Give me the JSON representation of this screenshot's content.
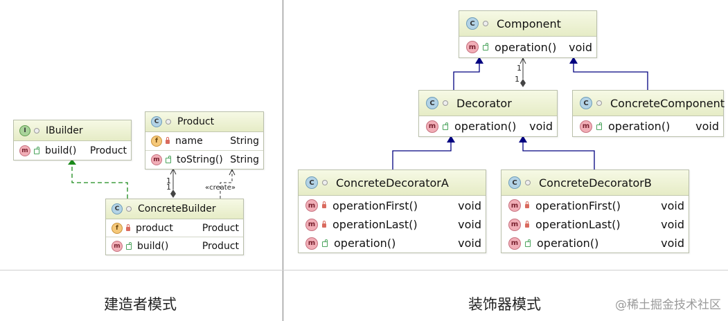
{
  "builder_diagram": {
    "caption": "建造者模式",
    "ibuilder": {
      "name": "IBuilder",
      "methods": [
        {
          "name": "build()",
          "type": "Product"
        }
      ]
    },
    "product": {
      "name": "Product",
      "fields": [
        {
          "name": "name",
          "type": "String"
        }
      ],
      "methods": [
        {
          "name": "toString()",
          "type": "String"
        }
      ]
    },
    "concrete_builder": {
      "name": "ConcreteBuilder",
      "fields": [
        {
          "name": "product",
          "type": "Product"
        }
      ],
      "methods": [
        {
          "name": "build()",
          "type": "Product"
        }
      ]
    },
    "multiplicity_top": "1",
    "multiplicity_bottom": "1",
    "create_label": "«create»"
  },
  "decorator_diagram": {
    "caption": "装饰器模式",
    "component": {
      "name": "Component",
      "methods": [
        {
          "name": "operation()",
          "type": "void"
        }
      ]
    },
    "decorator": {
      "name": "Decorator",
      "methods": [
        {
          "name": "operation()",
          "type": "void"
        }
      ]
    },
    "concrete_component": {
      "name": "ConcreteComponent",
      "methods": [
        {
          "name": "operation()",
          "type": "void"
        }
      ]
    },
    "decorator_a": {
      "name": "ConcreteDecoratorA",
      "methods": [
        {
          "name": "operationFirst()",
          "type": "void",
          "access": "private"
        },
        {
          "name": "operationLast()",
          "type": "void",
          "access": "private"
        },
        {
          "name": "operation()",
          "type": "void",
          "access": "public"
        }
      ]
    },
    "decorator_b": {
      "name": "ConcreteDecoratorB",
      "methods": [
        {
          "name": "operationFirst()",
          "type": "void",
          "access": "private"
        },
        {
          "name": "operationLast()",
          "type": "void",
          "access": "private"
        },
        {
          "name": "operation()",
          "type": "void",
          "access": "public"
        }
      ]
    },
    "multiplicity_top": "1",
    "multiplicity_bottom": "1"
  },
  "icons": {
    "class": "C",
    "interface": "I",
    "method": "m",
    "field": "f"
  },
  "watermark": "@稀土掘金技术社区",
  "colors": {
    "header_bg": "#e6ecc6",
    "class_icon": "#b3d3e6",
    "method_icon": "#f1aeb7",
    "field_icon": "#f5c879",
    "interface_icon": "#a9d39a",
    "generalization_arrow": "#000080",
    "realization_arrow": "#1a8a1a"
  }
}
